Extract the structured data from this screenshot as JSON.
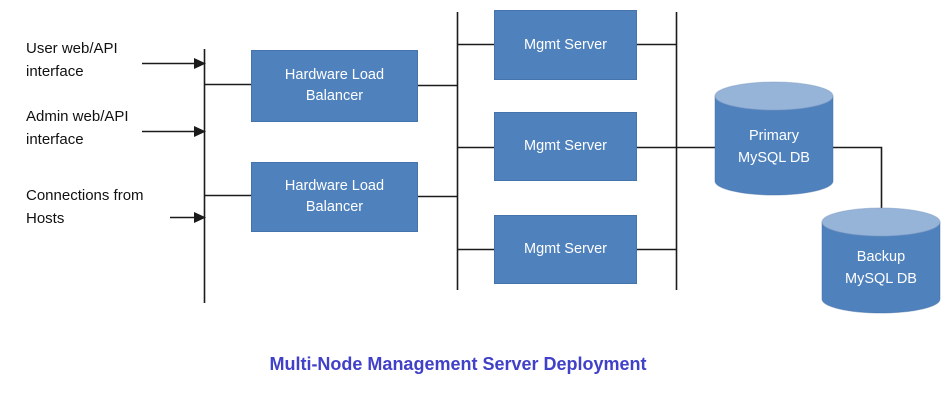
{
  "title": "Multi-Node Management Server Deployment",
  "inputs": [
    {
      "label": "User web/API\ninterface"
    },
    {
      "label": "Admin web/API\ninterface"
    },
    {
      "label": "Connections from\nHosts"
    }
  ],
  "load_balancers": [
    {
      "label": "Hardware Load\nBalancer"
    },
    {
      "label": "Hardware Load\nBalancer"
    }
  ],
  "mgmt_servers": [
    {
      "label": "Mgmt Server"
    },
    {
      "label": "Mgmt Server"
    },
    {
      "label": "Mgmt Server"
    }
  ],
  "databases": [
    {
      "label": "Primary\nMySQL DB"
    },
    {
      "label": "Backup\nMySQL DB"
    }
  ],
  "colors": {
    "node_fill": "#4f81bd",
    "cylinder_top": "#96b3d8",
    "connector_line": "#1b1b1b",
    "title_text": "#4140c8",
    "node_text": "#ffffff",
    "label_text": "#111111"
  }
}
